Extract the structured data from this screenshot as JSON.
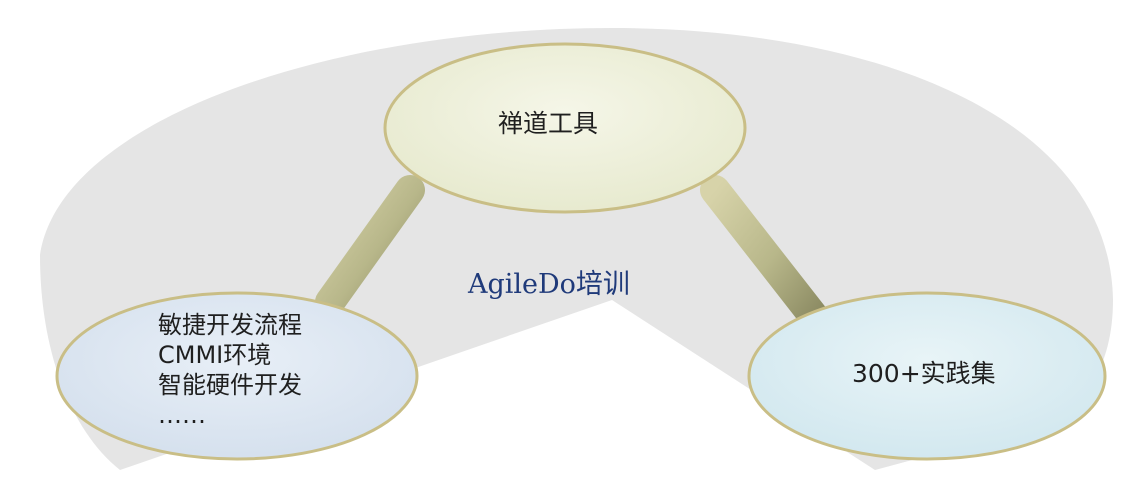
{
  "colors": {
    "background_shape": "#e5e5e5",
    "connector": "#b8b78a",
    "top_node_fill": "#eff1dd",
    "top_node_stroke": "#c9be86",
    "left_node_fill": "#dce6f1",
    "left_node_stroke": "#c9be86",
    "right_node_fill": "#dceef3",
    "right_node_stroke": "#c9be86",
    "center_text": "#1f3a7a"
  },
  "nodes": {
    "top": {
      "label": "禅道工具"
    },
    "left": {
      "lines": [
        "敏捷开发流程",
        "CMMI环境",
        "智能硬件开发",
        "……"
      ]
    },
    "right": {
      "label": "300+实践集"
    }
  },
  "center": {
    "label": "AgileDo培训"
  }
}
